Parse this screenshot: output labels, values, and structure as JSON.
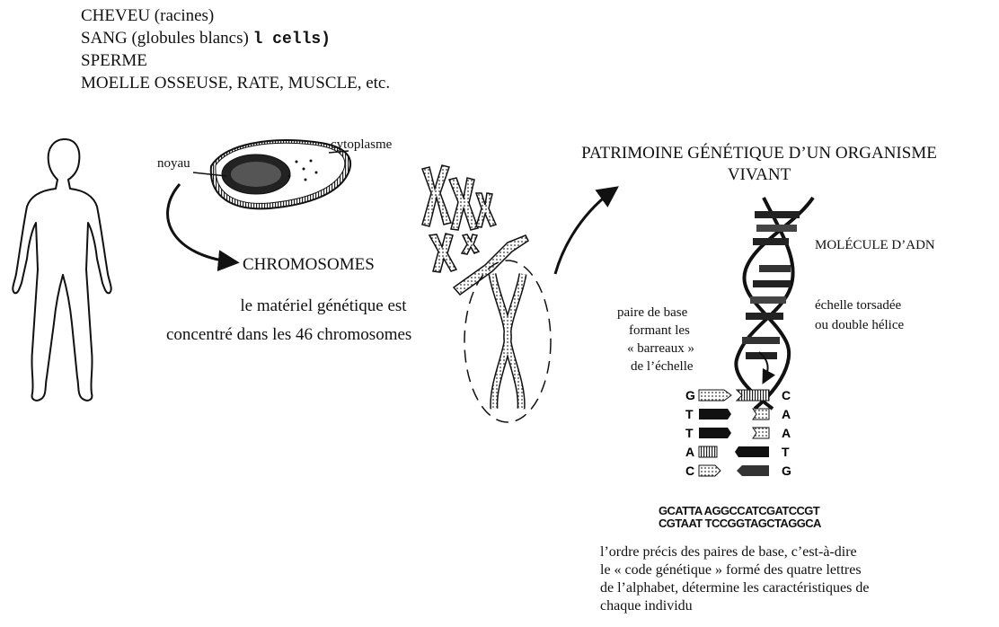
{
  "sources": {
    "cheveu": "CHEVEU (racines)",
    "sang": "SANG (globules blancs)",
    "sang_extra": "l cells)",
    "sperme": "SPERME",
    "moelle": "MOELLE OSSEUSE, RATE, MUSCLE, etc."
  },
  "cell": {
    "noyau": "noyau",
    "cytoplasme": "cytoplasme"
  },
  "chromosomes": {
    "title": "CHROMOSOMES",
    "desc_line1": "le matériel génétique est",
    "desc_line2": "concentré dans les 46 chromosomes"
  },
  "patrimoine": {
    "line1": "PATRIMOINE GÉNÉTIQUE D’UN ORGANISME",
    "line2": "VIVANT"
  },
  "dna": {
    "molecule": "MOLÉCULE D’ADN",
    "echelle_line1": "échelle torsadée",
    "echelle_line2": "ou double hélice",
    "pair_line1": "paire de base",
    "pair_line2": "formant les",
    "pair_line3": "« barreaux »",
    "pair_line4": "de l’échelle"
  },
  "base_pairs": [
    {
      "left": "G",
      "right": "C"
    },
    {
      "left": "T",
      "right": "A"
    },
    {
      "left": "T",
      "right": "A"
    },
    {
      "left": "A",
      "right": "T"
    },
    {
      "left": "C",
      "right": "G"
    }
  ],
  "sequence": {
    "strand1": "GCATTA AGGCCATCGATCCGT",
    "strand2": "CGTAAT TCCGGTAGCTAGGCA"
  },
  "code_text": {
    "line1": "l’ordre précis des paires de base, c’est-à-dire",
    "line2": "le « code génétique » formé des quatre lettres",
    "line3": "de l’alphabet, détermine les caractéristiques de",
    "line4": "chaque individu"
  }
}
